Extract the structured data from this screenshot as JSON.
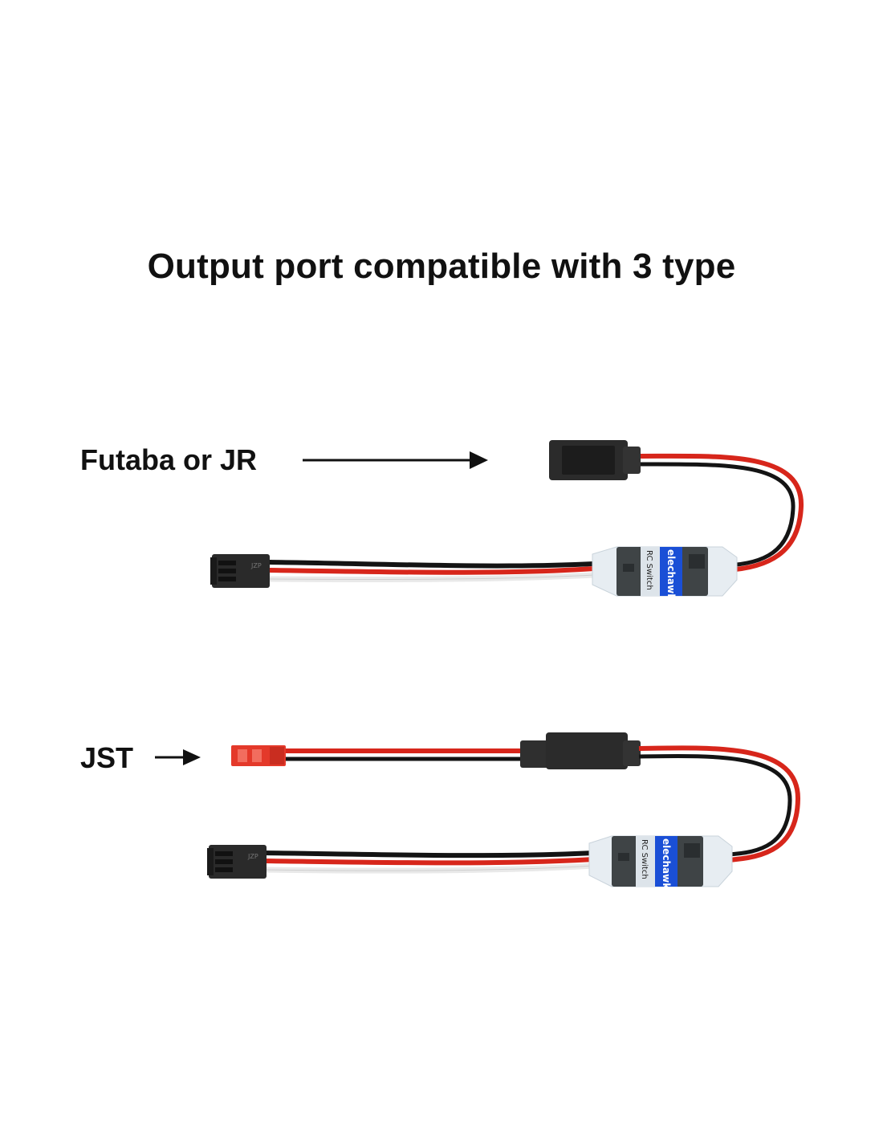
{
  "title": "Output port compatible with 3 type",
  "labels": {
    "futaba": "Futaba or JR",
    "jst": "JST"
  },
  "modules": [
    {
      "brand": "elechawk",
      "model": "RC Switch",
      "plug_mark": "JZP"
    },
    {
      "brand": "elechawk",
      "model": "RC Switch",
      "plug_mark": "JZP"
    }
  ],
  "colors": {
    "wire_red": "#d7261b",
    "wire_black": "#141414",
    "wire_white": "#f2f2f2",
    "brand_blue": "#1a4fd6",
    "jst_red": "#e4392a",
    "plug_black": "#2b2b2b"
  }
}
